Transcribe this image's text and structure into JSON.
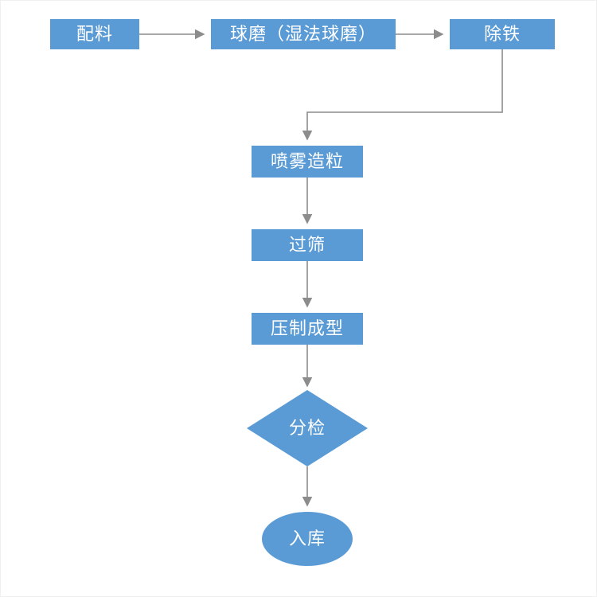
{
  "diagram": {
    "title": "ceramic-process-flowchart",
    "accent_color": "#5B9BD5",
    "arrow_color": "#8C8C8C",
    "text_color": "#FFFFFF",
    "nodes": [
      {
        "id": "batching",
        "label": "配料",
        "shape": "rect"
      },
      {
        "id": "ball-milling",
        "label": "球磨（湿法球磨）",
        "shape": "rect"
      },
      {
        "id": "iron-removal",
        "label": "除铁",
        "shape": "rect"
      },
      {
        "id": "spray-granulation",
        "label": "喷雾造粒",
        "shape": "rect"
      },
      {
        "id": "sieving",
        "label": "过筛",
        "shape": "rect"
      },
      {
        "id": "press-forming",
        "label": "压制成型",
        "shape": "rect"
      },
      {
        "id": "sorting",
        "label": "分检",
        "shape": "diamond"
      },
      {
        "id": "warehousing",
        "label": "入库",
        "shape": "ellipse"
      }
    ],
    "edges": [
      {
        "from": "batching",
        "to": "ball-milling"
      },
      {
        "from": "ball-milling",
        "to": "iron-removal"
      },
      {
        "from": "iron-removal",
        "to": "spray-granulation"
      },
      {
        "from": "spray-granulation",
        "to": "sieving"
      },
      {
        "from": "sieving",
        "to": "press-forming"
      },
      {
        "from": "press-forming",
        "to": "sorting"
      },
      {
        "from": "sorting",
        "to": "warehousing"
      }
    ]
  }
}
